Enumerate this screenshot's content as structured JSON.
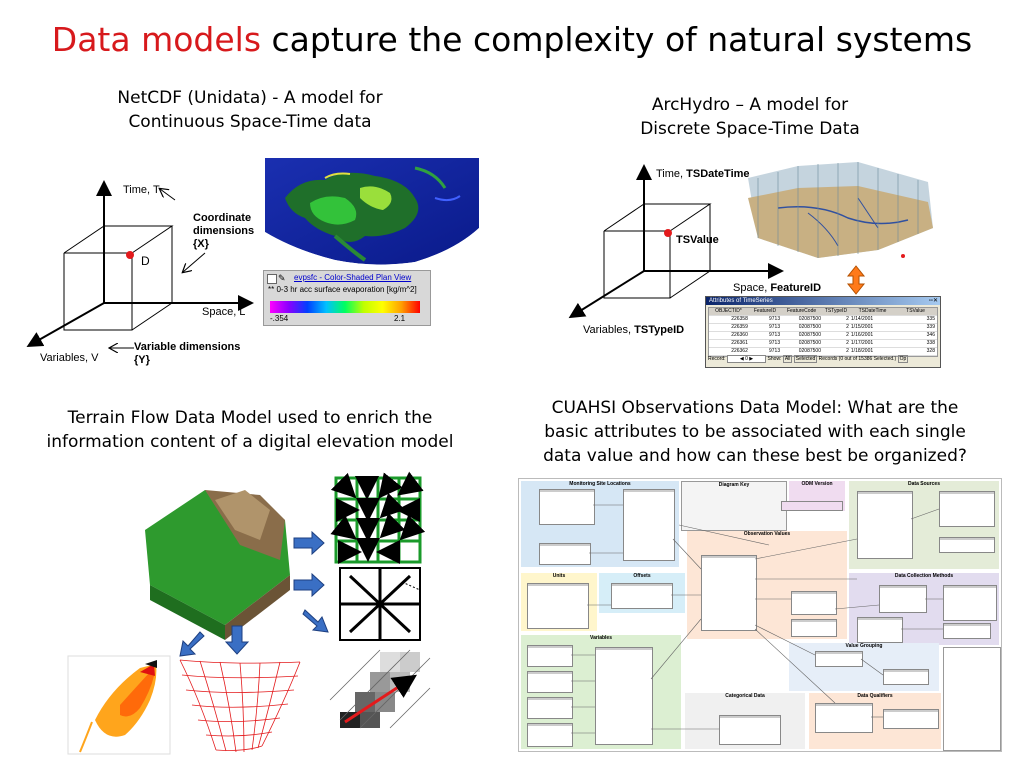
{
  "title": {
    "highlight": "Data models",
    "rest": "capture the complexity of natural systems",
    "highlight_color": "#d7191c"
  },
  "netcdf": {
    "heading_line1": "NetCDF (Unidata) - A model for",
    "heading_line2": "Continuous Space-Time data",
    "axis_time": "Time, T",
    "axis_space": "Space, L",
    "axis_variables": "Variables, V",
    "point_label": "D",
    "coord_dims_1": "Coordinate",
    "coord_dims_2": "dimensions",
    "coord_dims_3": "{X}",
    "var_dims_1": "Variable dimensions",
    "var_dims_2": "{Y}",
    "map_link": "evpsfc - Color-Shaded Plan View",
    "map_caption": "** 0-3 hr acc surface evaporation [kg/m^2]",
    "legend_min": "-.354",
    "legend_max": "2.1"
  },
  "archydro": {
    "heading_line1": "ArcHydro – A model for",
    "heading_line2": "Discrete Space-Time Data",
    "axis_time_prefix": "Time, ",
    "axis_time_bold": "TSDateTime",
    "axis_space_prefix": "Space, ",
    "axis_space_bold": "FeatureID",
    "axis_var_prefix": "Variables, ",
    "axis_var_bold": "TSTypeID",
    "value_label": "TSValue",
    "table_title": "Attributes of TimeSeries",
    "table_headers": [
      "OBJECTID*",
      "FeatureID",
      "FeatureCode",
      "TSTypeID",
      "TSDateTime",
      "TSValue"
    ],
    "table_rows": [
      [
        "226358",
        "9713",
        "02087500",
        "2",
        "1/14/2001",
        "335"
      ],
      [
        "226359",
        "9713",
        "02087500",
        "2",
        "1/15/2001",
        "339"
      ],
      [
        "226360",
        "9713",
        "02087500",
        "2",
        "1/16/2001",
        "346"
      ],
      [
        "226361",
        "9713",
        "02087500",
        "2",
        "1/17/2001",
        "338"
      ],
      [
        "226362",
        "9713",
        "02087500",
        "2",
        "1/18/2001",
        "328"
      ]
    ],
    "footer_record": "Record:",
    "footer_show": "Show:",
    "footer_all": "All",
    "footer_selected": "Selected",
    "footer_records": "Records (0 out of 15386 Selected.)",
    "footer_opt": "Op"
  },
  "terrain": {
    "heading_line1": "Terrain Flow Data Model used to enrich the",
    "heading_line2": "information content of a digital elevation model"
  },
  "cuahsi": {
    "heading_line1": "CUAHSI Observations Data Model: What are the",
    "heading_line2": "basic attributes to be associated with each single",
    "heading_line3": "data value and how can these best be organized?",
    "groups": {
      "sites": "Monitoring Site Locations",
      "key": "Diagram Key",
      "odm": "ODM Version",
      "sources": "Data Sources",
      "values": "Observation Values",
      "units": "Units",
      "offsets": "Offsets",
      "variables": "Variables",
      "methods": "Data Collection Methods",
      "grouping": "Value Grouping",
      "categorical": "Categorical Data",
      "qualifiers": "Data Qualifiers"
    }
  }
}
